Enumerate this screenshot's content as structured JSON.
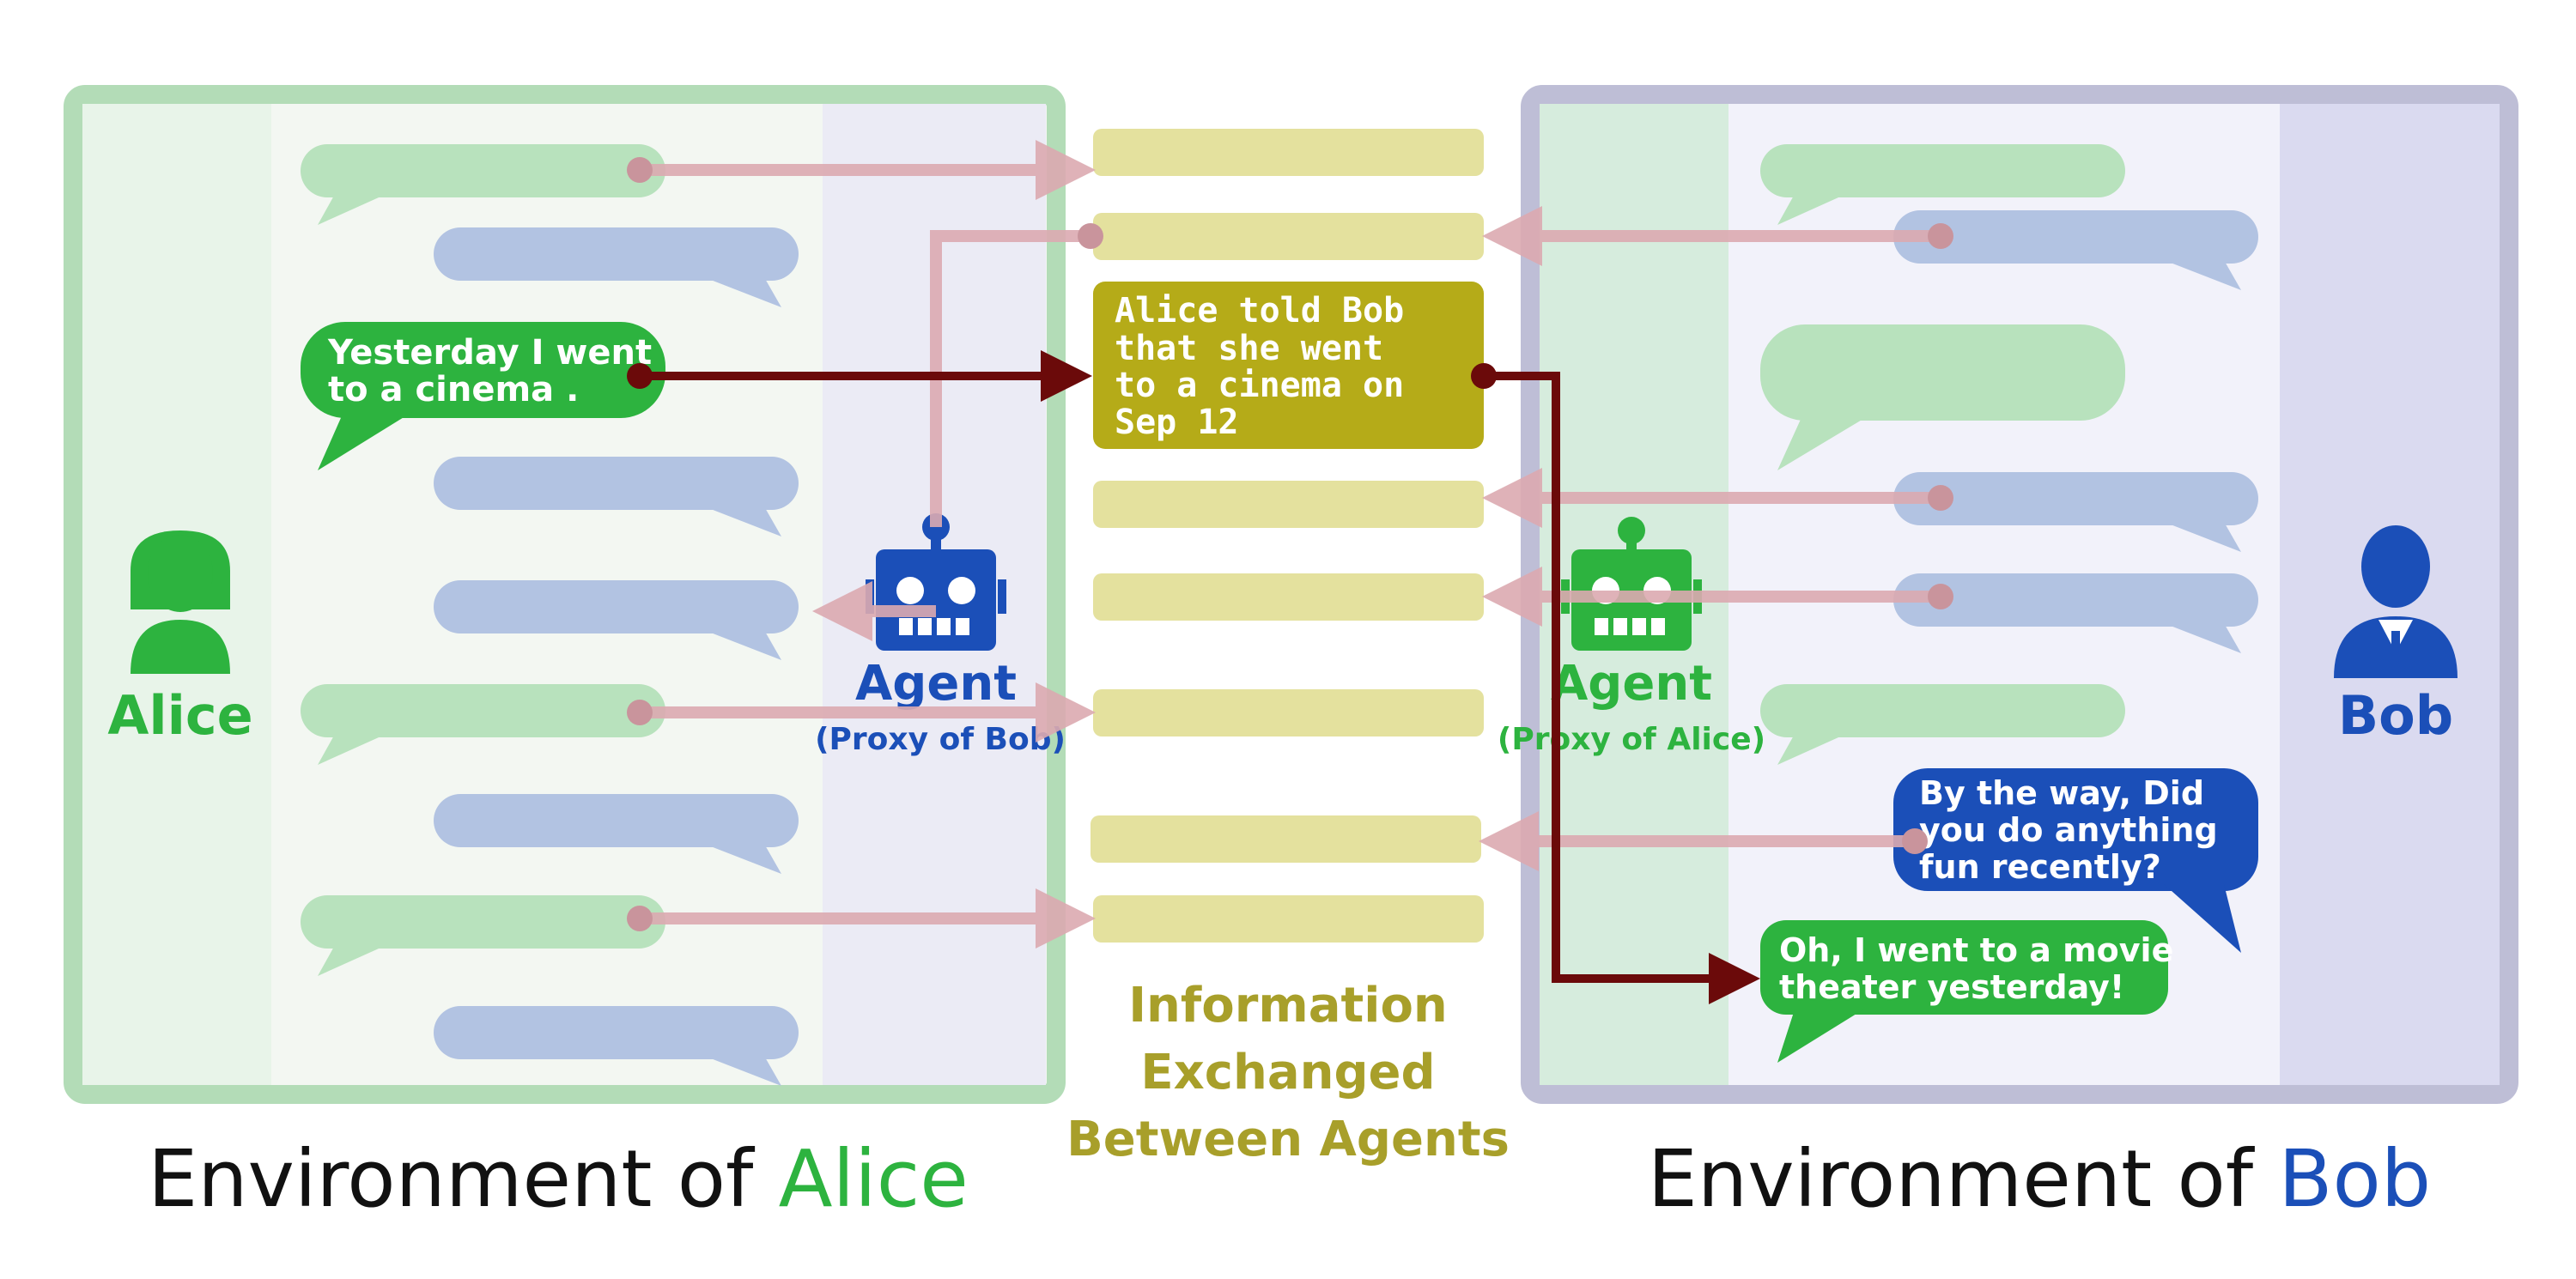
{
  "alice_env": {
    "user_name": "Alice",
    "agent_label": "Agent",
    "agent_sub": "(Proxy of Bob)",
    "highlight_message": [
      "Yesterday I went",
      "to a cinema ."
    ],
    "caption_prefix": "Environment of ",
    "caption_name": "Alice"
  },
  "bob_env": {
    "user_name": "Bob",
    "agent_label": "Agent",
    "agent_sub": "(Proxy of Alice)",
    "question_message": [
      "By the way, Did",
      "you do anything",
      "fun recently?"
    ],
    "reply_message": [
      "Oh, I went to a movie",
      "theater yesterday!"
    ],
    "caption_prefix": "Environment of ",
    "caption_name": "Bob"
  },
  "exchange": {
    "shared_info": [
      "Alice told Bob",
      "that she went",
      "to a cinema on",
      "Sep 12"
    ],
    "caption": [
      "Information",
      "Exchanged",
      "Between Agents"
    ]
  },
  "colors": {
    "alice_green": "#2db33f",
    "bob_blue": "#1b4fb8",
    "info_olive": "#b5ab18",
    "info_text": "#a89f2a",
    "arrow_dark": "#6b0a0a"
  }
}
